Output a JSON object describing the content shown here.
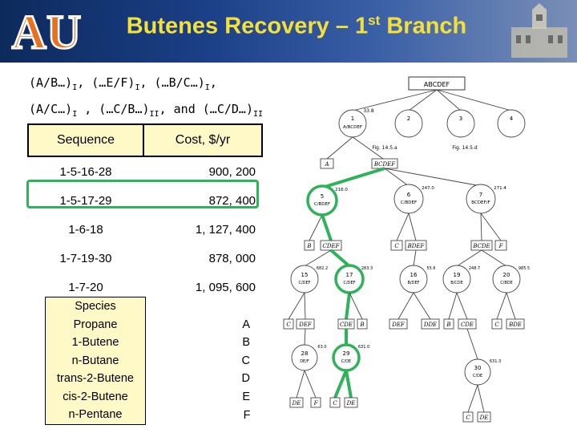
{
  "header": {
    "title": "Butenes Recovery – 1",
    "title_sup": "st",
    "title_tail": " Branch",
    "logo_text": "AU",
    "colors": {
      "title": "#f3e03a",
      "logo_orange": "#e8701e",
      "bar": "#1b3f86",
      "highlight": "#2fb35a"
    }
  },
  "intro": {
    "line1": [
      {
        "t": "(A/B…)",
        "s": "I"
      },
      {
        "t": ", (…E/F)",
        "s": "I"
      },
      {
        "t": ", (…B/C…)",
        "s": "I"
      },
      {
        "t": ",",
        "s": ""
      }
    ],
    "line2": [
      {
        "t": "(A/C…)",
        "s": "I"
      },
      {
        "t": " , (…C/B…)",
        "s": "II"
      },
      {
        "t": ", and (…C/D…)",
        "s": "II"
      }
    ]
  },
  "cost_table": {
    "headers": [
      "Sequence",
      "Cost, $/yr"
    ],
    "rows": [
      [
        "1-5-16-28",
        "900, 200"
      ],
      [
        "1-5-17-29",
        "872, 400"
      ],
      [
        "1-6-18",
        "1, 127, 400"
      ],
      [
        "1-7-19-30",
        "878, 000"
      ],
      [
        "1-7-20",
        "1, 095, 600"
      ]
    ]
  },
  "species_table": {
    "header": "Species",
    "rows": [
      [
        "Propane",
        "A"
      ],
      [
        "1-Butene",
        "B"
      ],
      [
        "n-Butane",
        "C"
      ],
      [
        "trans-2-Butene",
        "D"
      ],
      [
        "cis-2-Butene",
        "E"
      ],
      [
        "n-Pentane",
        "F"
      ]
    ]
  },
  "tree": {
    "root": "ABCDEF",
    "fig_left": "Fig. 14.5.a",
    "fig_right": "Fig. 14.5.d",
    "level1": [
      "1",
      "2",
      "3",
      "4"
    ],
    "level1_value": "33.8",
    "level1_label": "A/BCDEF",
    "level2_boxes": [
      "A",
      "BCDEF"
    ],
    "level2_nodes": [
      {
        "num": "5",
        "label": "C/BDEF",
        "sub": "II",
        "value": "216.0"
      },
      {
        "num": "6",
        "label": "C/BDEF",
        "sub": "I",
        "value": "247.0"
      },
      {
        "num": "7",
        "label": "BCDEF/F",
        "sub": "",
        "value": "271.4"
      }
    ],
    "level3_boxes": [
      "B",
      "CDEF",
      "C",
      "BDEF",
      "BCDE",
      "F"
    ],
    "level3_nodes": [
      {
        "num": "15",
        "label": "C/DEF",
        "sub": "II",
        "value": "682.2"
      },
      {
        "num": "17",
        "label": "C/DEF",
        "sub": "II",
        "value": "283.3"
      },
      {
        "num": "16",
        "label": "B/DEF",
        "sub": "",
        "value": "55.6"
      },
      {
        "num": "19",
        "label": "B/CDE",
        "sub": "",
        "value": "248.7"
      },
      {
        "num": "20",
        "label": "C/BDE",
        "sub": "",
        "value": "985.5"
      }
    ],
    "level4_boxes": [
      "C",
      "DEF",
      "CDE",
      "B",
      "DEF",
      "DDE",
      "B",
      "CDE",
      "C",
      "BDE"
    ],
    "level4_nodes": [
      {
        "num": "28",
        "label": "DE/F",
        "sub": "",
        "value": "63.0"
      },
      {
        "num": "29",
        "label": "C/DE",
        "sub": "",
        "value": "631.0"
      },
      {
        "num": "30",
        "label": "C/DE",
        "sub": "",
        "value": "631.3"
      }
    ],
    "level5_boxes": [
      "DE",
      "F",
      "C",
      "DE",
      "C",
      "DE"
    ]
  }
}
